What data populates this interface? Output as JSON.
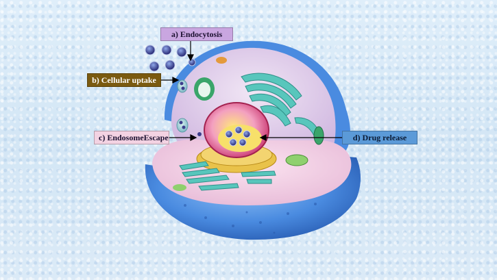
{
  "labels": {
    "endocytosis": "a) Endocytosis",
    "cellular_uptake": "b) Cellular uptake",
    "endosome_escape": "c) EndosomeEscape",
    "drug_release": "d) Drug release"
  },
  "colors": {
    "background": "#d9e9f6",
    "cell_shell": "#4a8be0",
    "cytoplasm": "#e6d6ee",
    "nucleus": "#e1558f",
    "golgi": "#e9c24a",
    "er": "#58c6bc",
    "nanoparticle": "#3d3d8c",
    "label_endocytosis": "#c9a6e0",
    "label_uptake": "#7a5a10",
    "label_escape": "#f3d2e2",
    "label_release": "#5b9ad8"
  }
}
